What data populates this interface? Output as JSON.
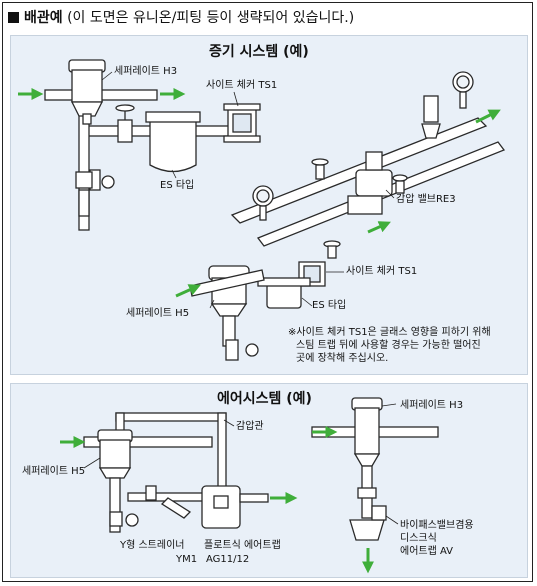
{
  "header": {
    "title_main": "배관예",
    "title_note": "(이 도면은 유니온/피팅 등이 생략되어 있습니다.)"
  },
  "steam_system": {
    "title": "증기 시스템 (예)",
    "labels": {
      "separator_h3": "세퍼레이트 H3",
      "sight_checker_ts1_top": "사이트 체커 TS1",
      "es_type_top": "ES 타입",
      "reducing_valve": "감압 밸브RE3",
      "sight_checker_ts1_mid": "사이트 체커 TS1",
      "es_type_mid": "ES 타입",
      "separator_h5": "세퍼레이트 H5"
    },
    "note_line1": "※사이트 체커 TS1은 글래스 영향을 피하기 위해",
    "note_line2": "스팀 트랩 뒤에 사용할 경우는 가능한  떨어진",
    "note_line3": "곳에 장착해 주십시오."
  },
  "air_system": {
    "title": "에어시스템 (예)",
    "labels": {
      "pressure_pipe": "감압관",
      "separator_h5": "세퍼레이트 H5",
      "y_strainer": "Y형 스트레이너",
      "float_trap": "플로트식 에어트랩",
      "model_ym1": "YM1",
      "model_ag": "AG11/12",
      "separator_h3": "세퍼레이트 H3",
      "bypass_valve": "바이패스밸브겸용",
      "disc_type": "디스크식",
      "air_trap_av": "에어트랩  AV"
    }
  },
  "colors": {
    "panel_bg": "#e9f0f8",
    "arrow_green": "#3fae3a",
    "pipe_stroke": "#2a2a2a",
    "pipe_fill": "#ffffff"
  }
}
